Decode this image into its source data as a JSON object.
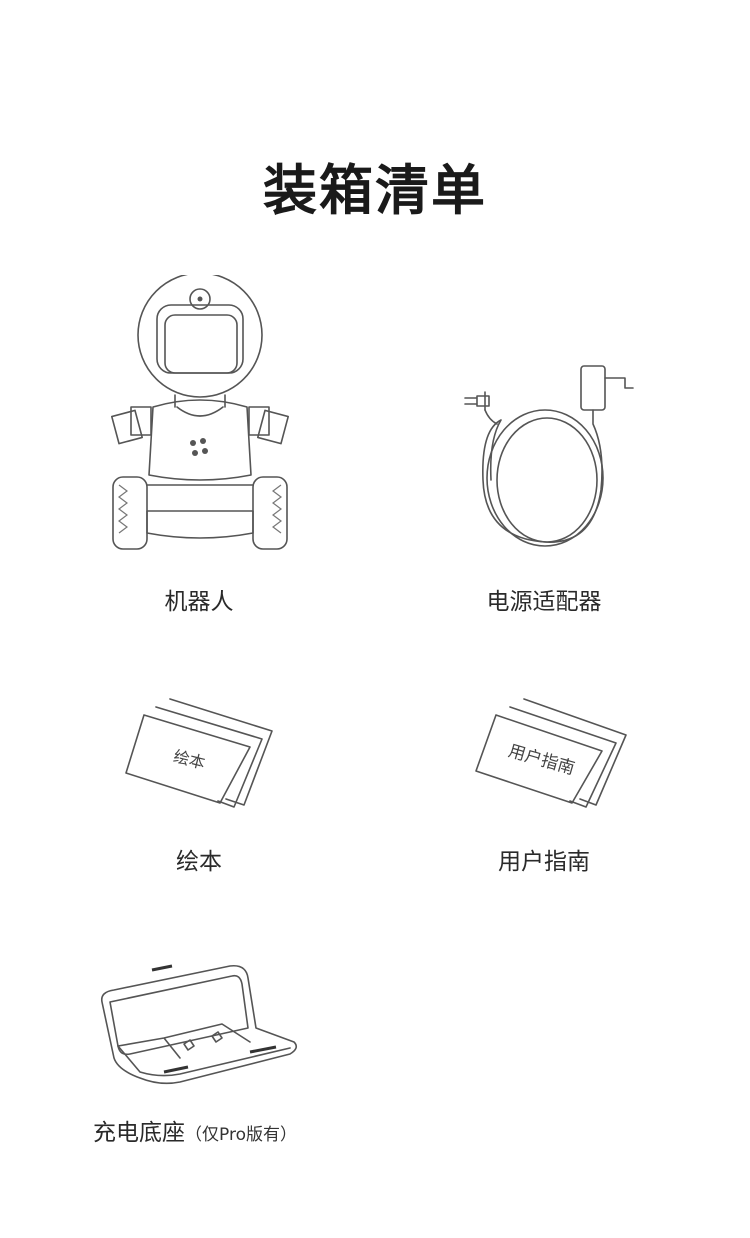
{
  "title": "装箱清单",
  "items": [
    {
      "label": "机器人"
    },
    {
      "label": "电源适配器"
    },
    {
      "label": "绘本",
      "card_text": "绘本"
    },
    {
      "label": "用户指南",
      "card_text": "用户指南"
    },
    {
      "label": "充电底座",
      "note": "（仅Pro版有）"
    }
  ]
}
